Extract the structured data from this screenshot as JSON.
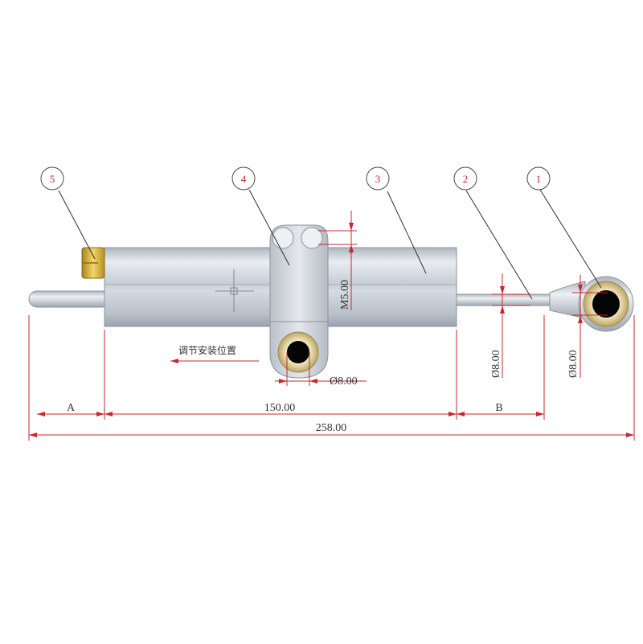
{
  "callouts": [
    "1",
    "2",
    "3",
    "4",
    "5"
  ],
  "dimensions": {
    "a": "A",
    "b": "B",
    "body_length": "150.00",
    "total_length": "258.00",
    "thread": "M5.00",
    "mount_hole": "Ø8.00",
    "rod_dia": "Ø8.00",
    "rod_end_dia": "Ø8.00"
  },
  "annotation": {
    "adjust_position": "调节安装位置"
  },
  "colors": {
    "dimension_line": "#c8272d",
    "body": "#c9d0d8",
    "callout_circle": "#c8272d",
    "nut": "#c9a227"
  }
}
